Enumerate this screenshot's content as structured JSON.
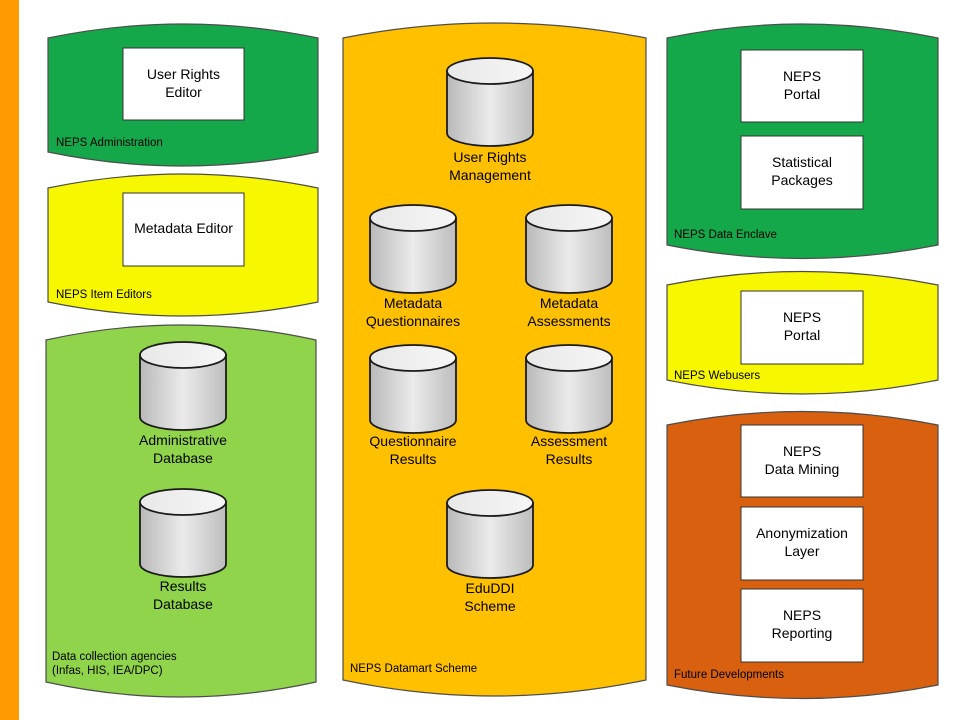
{
  "colors": {
    "sidebar": "#ff9a00",
    "admin": "#14a84a",
    "editors": "#f7f700",
    "collection": "#8fd44a",
    "datamart": "#ffc000",
    "enclave": "#14a84a",
    "webusers": "#f7f700",
    "future": "#d8600e"
  },
  "containers": {
    "admin": {
      "caption": "NEPS Administration"
    },
    "editors": {
      "caption": "NEPS Item Editors"
    },
    "collection": {
      "caption_line1": "Data collection agencies",
      "caption_line2": "(Infas, HIS, IEA/DPC)"
    },
    "datamart": {
      "caption": "NEPS Datamart Scheme"
    },
    "enclave": {
      "caption": "NEPS Data Enclave"
    },
    "webusers": {
      "caption": "NEPS Webusers"
    },
    "future": {
      "caption": "Future Developments"
    }
  },
  "boxes": {
    "user_rights_editor": {
      "line1": "User Rights",
      "line2": "Editor"
    },
    "metadata_editor": {
      "line1": "Metadata Editor"
    },
    "enclave_portal": {
      "line1": "NEPS",
      "line2": "Portal"
    },
    "statistical_packages": {
      "line1": "Statistical",
      "line2": "Packages"
    },
    "webusers_portal": {
      "line1": "NEPS",
      "line2": "Portal"
    },
    "data_mining": {
      "line1": "NEPS",
      "line2": "Data Mining"
    },
    "anonymization_layer": {
      "line1": "Anonymization",
      "line2": "Layer"
    },
    "reporting": {
      "line1": "NEPS",
      "line2": "Reporting"
    }
  },
  "databases": {
    "administrative": {
      "line1": "Administrative",
      "line2": "Database"
    },
    "results": {
      "line1": "Results",
      "line2": "Database"
    },
    "user_rights_management": {
      "line1": "User Rights",
      "line2": "Management"
    },
    "metadata_questionnaires": {
      "line1": "Metadata",
      "line2": "Questionnaires"
    },
    "metadata_assessments": {
      "line1": "Metadata",
      "line2": "Assessments"
    },
    "questionnaire_results": {
      "line1": "Questionnaire",
      "line2": "Results"
    },
    "assessment_results": {
      "line1": "Assessment",
      "line2": "Results"
    },
    "eduddi_scheme": {
      "line1": "EduDDI",
      "line2": "Scheme"
    }
  }
}
